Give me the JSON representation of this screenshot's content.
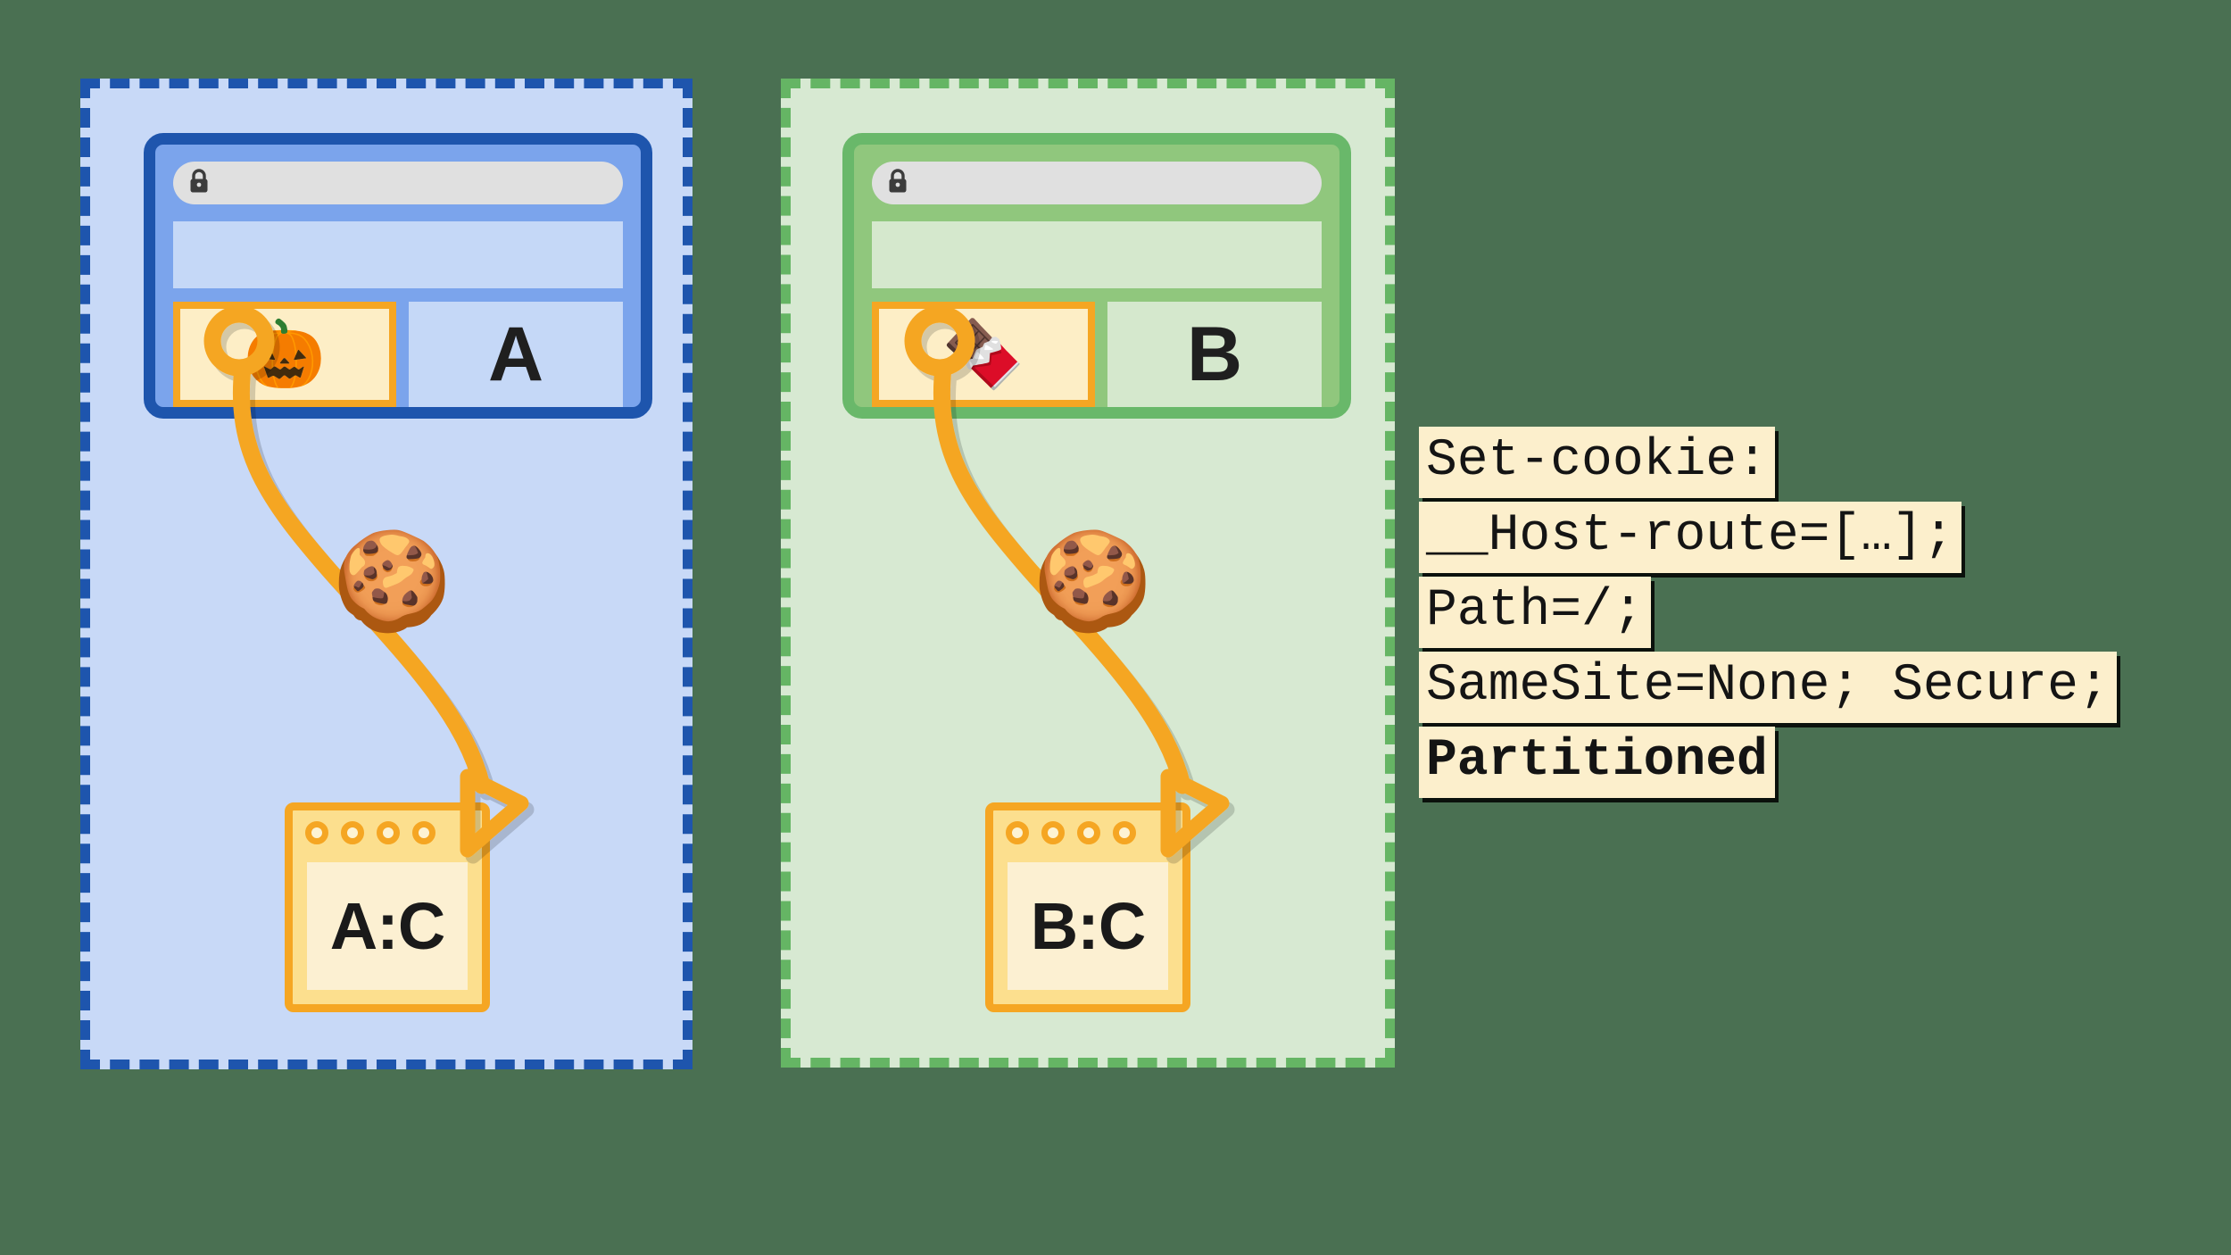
{
  "background_color": "#4A7052",
  "contexts": [
    {
      "name": "top-level-site-a",
      "accent": "#1E55AD",
      "fill": "#C8D9F7",
      "browser": {
        "url_placeholder": "",
        "lock_icon": "lock-icon",
        "iframe_emoji": "🎃",
        "iframe_emoji_name": "pumpkin-emoji",
        "page_label": "A"
      },
      "cookie_emoji": "🍪",
      "cookie_emoji_name": "cookie-emoji",
      "storage_label": "A:C"
    },
    {
      "name": "top-level-site-b",
      "accent": "#65B564",
      "fill": "#D7E9D2",
      "browser": {
        "url_placeholder": "",
        "lock_icon": "lock-icon",
        "iframe_emoji": "🍫",
        "iframe_emoji_name": "chocolate-bar-emoji",
        "page_label": "B"
      },
      "cookie_emoji": "🍪",
      "cookie_emoji_name": "cookie-emoji",
      "storage_label": "B:C"
    }
  ],
  "code_block": {
    "accent": "#FCEFCC",
    "lines": [
      {
        "text": "Set-cookie:",
        "bold": false
      },
      {
        "text": "__Host-route=[…];",
        "bold": false
      },
      {
        "text": "Path=/;",
        "bold": false
      },
      {
        "text": "SameSite=None; Secure;",
        "bold": false
      },
      {
        "text": "Partitioned",
        "bold": true
      }
    ]
  }
}
